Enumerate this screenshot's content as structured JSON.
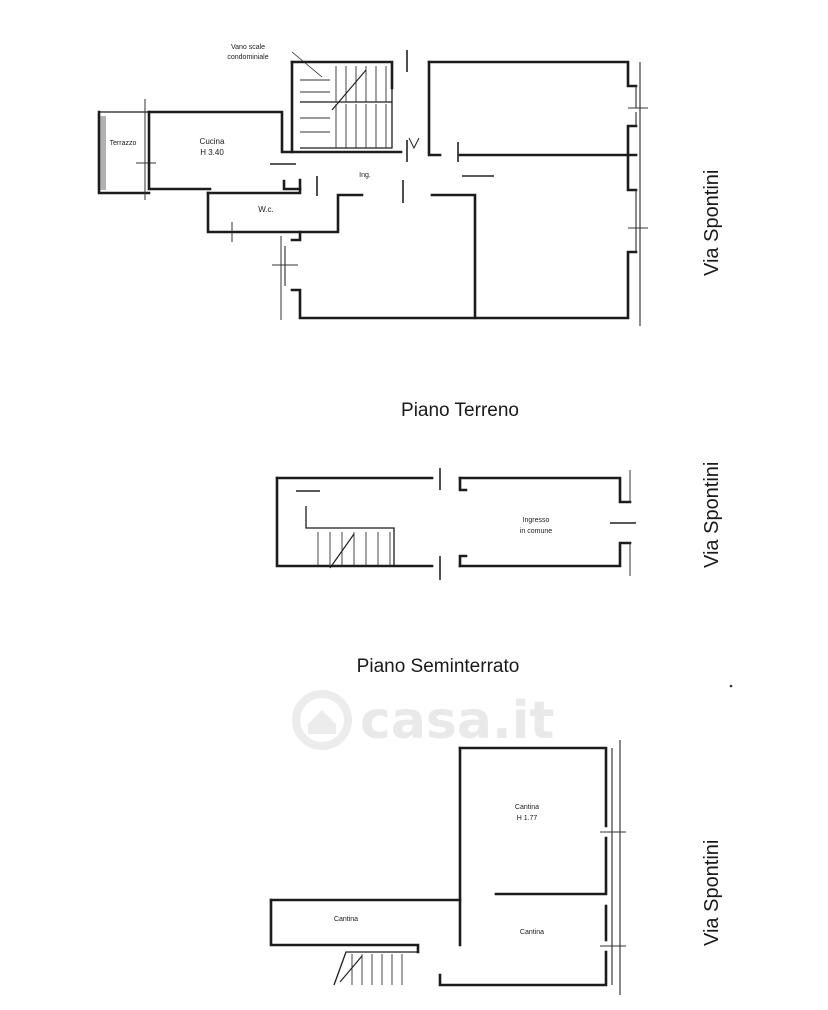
{
  "watermark": "casa.it",
  "floors": {
    "ground": {
      "name": "Piano Terreno",
      "street": "Via Spontini",
      "rooms": {
        "stairwell_line1": "Vano scale",
        "stairwell_line2": "condominiale",
        "terrace": "Terrazzo",
        "kitchen": "Cucina",
        "kitchen_height": "H 3.40",
        "entrance": "Ing.",
        "wc": "W.c."
      }
    },
    "basement": {
      "name": "Piano Seminterrato",
      "street": "Via Spontini",
      "rooms": {
        "common_entry_line1": "Ingresso",
        "common_entry_line2": "in comune"
      }
    },
    "cellar": {
      "street": "Via Spontini",
      "rooms": {
        "cellar_large": "Cantina",
        "cellar_large_height": "H 1.77",
        "cellar_left": "Cantina",
        "cellar_right": "Cantina"
      }
    }
  }
}
